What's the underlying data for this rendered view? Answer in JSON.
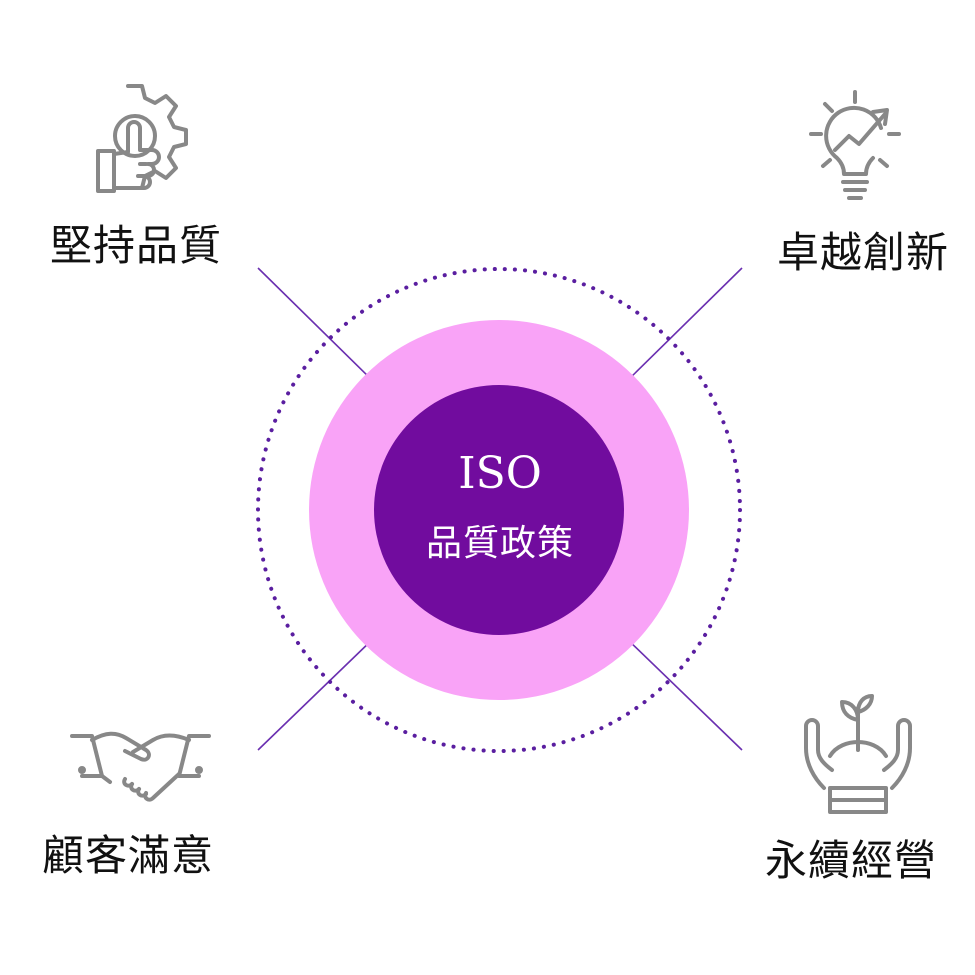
{
  "center": {
    "title": "ISO",
    "subtitle": "品質政策"
  },
  "pillars": [
    {
      "label": "堅持品質",
      "icon": "gear-hand-icon"
    },
    {
      "label": "卓越創新",
      "icon": "lightbulb-growth-icon"
    },
    {
      "label": "顧客滿意",
      "icon": "handshake-icon"
    },
    {
      "label": "永續經營",
      "icon": "plant-in-hands-icon"
    }
  ],
  "colors": {
    "inner_circle": "#710c9e",
    "outer_ring": "#f9a3f7",
    "dotted_ring": "#5a1ea0",
    "connector_line": "#6a2fb0",
    "icon_stroke": "#888888",
    "label_text": "#111111"
  }
}
